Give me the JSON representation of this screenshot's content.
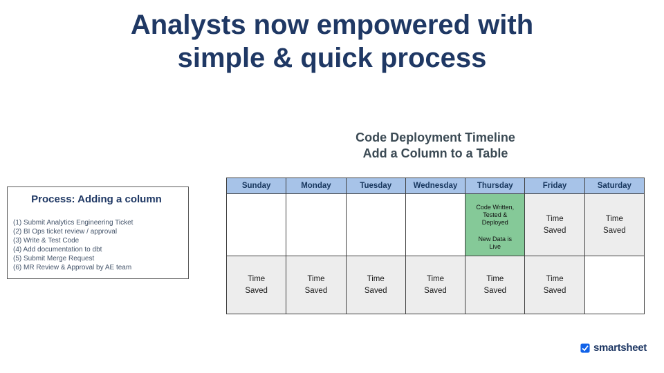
{
  "slide": {
    "title_lines": [
      "Analysts now empowered with",
      "simple & quick process"
    ]
  },
  "process_box": {
    "title": "Process: Adding a column",
    "steps": [
      "(1) Submit Analytics Engineering Ticket",
      "(2) BI Ops ticket review / approval",
      "(3) Write & Test Code",
      "(4) Add documentation to dbt",
      "(5) Submit Merge Request",
      "(6) MR Review & Approval by AE team"
    ]
  },
  "timeline": {
    "title_lines": [
      "Code Deployment Timeline",
      "Add a Column to a Table"
    ],
    "days": [
      "Sunday",
      "Monday",
      "Tuesday",
      "Wednesday",
      "Thursday",
      "Friday",
      "Saturday"
    ],
    "row1": {
      "thursday": {
        "line1": "Code Written, Tested & Deployed",
        "line2": "New Data is Live"
      },
      "friday": "Time Saved",
      "saturday": "Time Saved"
    },
    "row2": {
      "sunday": "Time Saved",
      "monday": "Time Saved",
      "tuesday": "Time Saved",
      "wednesday": "Time Saved",
      "thursday": "Time Saved",
      "friday": "Time Saved"
    }
  },
  "logo": {
    "text": "smartsheet"
  },
  "colors": {
    "title_navy": "#1F3864",
    "header_blue": "#A7C3E8",
    "deploy_green": "#85C998",
    "saved_gray": "#EDEDED",
    "logo_blue": "#1162E8"
  }
}
